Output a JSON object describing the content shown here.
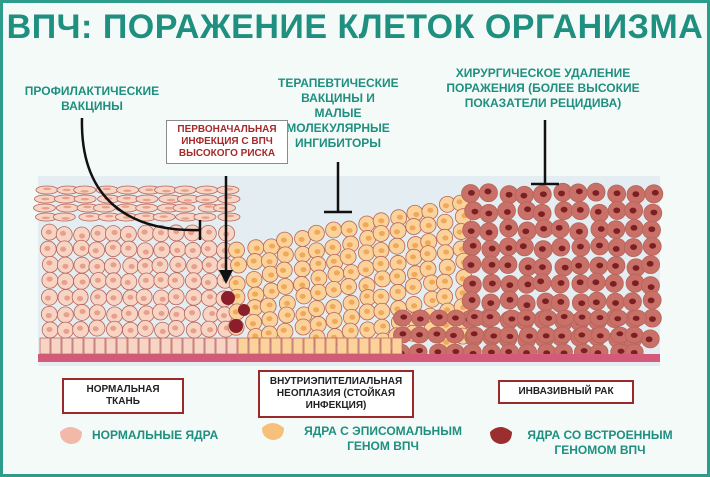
{
  "title": "ВПЧ: ПОРАЖЕНИЕ КЛЕТОК ОРГАНИЗМА",
  "callouts": {
    "prophylactic": [
      "ПРОФИЛАКТИЧЕСКИЕ",
      "ВАКЦИНЫ"
    ],
    "therapeutic": [
      "ТЕРАПЕВТИЧЕСКИЕ",
      "ВАКЦИНЫ И МАЛЫЕ",
      "МОЛЕКУЛЯРНЫЕ",
      "ИНГИБИТОРЫ"
    ],
    "surgical": [
      "ХИРУРГИЧЕСКОЕ УДАЛЕНИЕ",
      "ПОРАЖЕНИЯ (БОЛЕЕ ВЫСОКИЕ",
      "ПОКАЗАТЕЛИ РЕЦИДИВА)"
    ]
  },
  "initial_infection": [
    "ПЕРВОНАЧАЛЬНАЯ",
    "ИНФЕКЦИЯ С ВПЧ",
    "ВЫСОКОГО РИСКА"
  ],
  "stages": {
    "normal": [
      "НОРМАЛЬНАЯ ТКАНЬ"
    ],
    "neoplasia": [
      "ВНУТРИЭПИТЕЛИАЛЬНАЯ",
      "НЕОПЛАЗИЯ (СТОЙКАЯ",
      "ИНФЕКЦИЯ)"
    ],
    "cancer": [
      "ИНВАЗИВНЫЙ РАК"
    ]
  },
  "legend": [
    {
      "lines": [
        "НОРМАЛЬНЫЕ ЯДРА"
      ],
      "color": "#f2b8a8"
    },
    {
      "lines": [
        "ЯДРА С ЭПИСОМАЛЬНЫМ",
        "ГЕНОМ ВПЧ"
      ],
      "color": "#f6c07a"
    },
    {
      "lines": [
        "ЯДРА СО ВСТРОЕННЫМ",
        "ГЕНОМОМ ВПЧ"
      ],
      "color": "#9b2f2f"
    }
  ],
  "colors": {
    "accent": "#1f8f7f",
    "normal_cell": "#f7d4c4",
    "episomal_cell": "#fbd39a",
    "integrated_cell": "#c97068",
    "basement": "#d45a7a",
    "virus": "#8b1e2a"
  }
}
